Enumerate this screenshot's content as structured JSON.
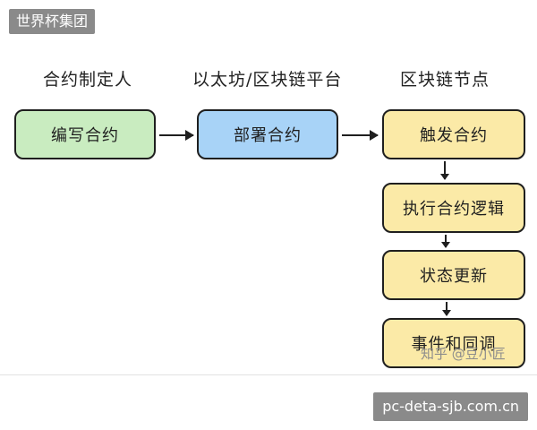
{
  "header": {
    "tag": "世界杯集团"
  },
  "columns": [
    {
      "label": "合约制定人"
    },
    {
      "label": "以太坊/区块链平台"
    },
    {
      "label": "区块链节点"
    }
  ],
  "nodes": {
    "write_contract": {
      "label": "编写合约",
      "fill": "#c9ecc0"
    },
    "deploy_contract": {
      "label": "部署合约",
      "fill": "#a8d3f7"
    },
    "trigger_contract": {
      "label": "触发合约",
      "fill": "#fbeaa7"
    },
    "execute_logic": {
      "label": "执行合约逻辑",
      "fill": "#fbeaa7"
    },
    "update_state": {
      "label": "状态更新",
      "fill": "#fbeaa7"
    },
    "events_coordination": {
      "label": "事件和同调",
      "fill": "#fbeaa7"
    }
  },
  "watermark": "知乎 @豆小匠",
  "footer": {
    "tag": "pc-deta-sjb.com.cn"
  }
}
